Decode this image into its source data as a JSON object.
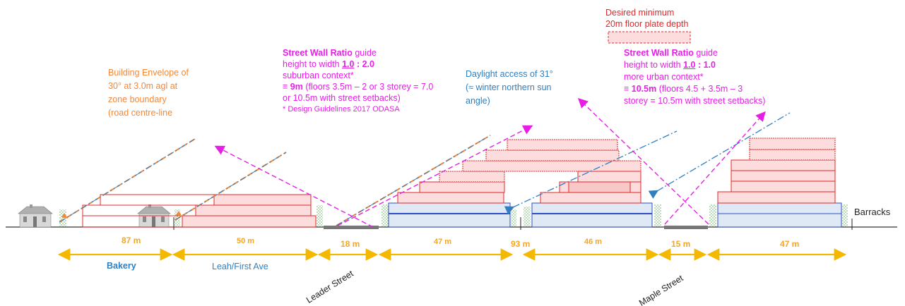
{
  "annotations": {
    "envelope": {
      "line1": "Building Envelope of",
      "line2": "30° at 3.0m agl at",
      "line3": "zone boundary",
      "line4": "(road centre-line"
    },
    "swr_suburban": {
      "title_bold": "Street Wall Ratio",
      "title_rest": " guide",
      "ratio_prefix": "height to width ",
      "ratio_a": "1.0",
      "ratio_sep": " : ",
      "ratio_b": "2.0",
      "context": "suburban context*",
      "eq_prefix": "≡ ",
      "eq_bold": "9m",
      "eq_rest": " (floors 3.5m – 2 or 3 storey = 7.0",
      "line5": "or 10.5m with street setbacks)",
      "footnote": "* Design Guidelines 2017 ODASA"
    },
    "daylight": {
      "line1": "Daylight access of 31°",
      "line2": "(≈ winter northern sun",
      "line3": "angle)"
    },
    "floorplate": {
      "line1": "Desired minimum",
      "line2": "20m floor plate depth"
    },
    "swr_urban": {
      "title_bold": "Street Wall Ratio",
      "title_rest": " guide",
      "ratio_prefix": "height to width ",
      "ratio_a": "1.0",
      "ratio_sep": " : ",
      "ratio_b": "1.0",
      "context": "more urban context*",
      "eq_prefix": "≡ ",
      "eq_bold": "10.5m",
      "eq_rest": " (floors 4.5 + 3.5m – 3",
      "line5": "storey = 10.5m with street setbacks)"
    }
  },
  "dimensions": [
    "87 m",
    "50 m",
    "18 m",
    "47 m",
    "93 m",
    "46 m",
    "15 m",
    "47 m"
  ],
  "places": {
    "bakery": "Bakery",
    "leah": "Leah/First Ave",
    "barracks": "Barracks"
  },
  "streets": {
    "leader": "Leader Street",
    "maple": "Maple Street"
  },
  "colors": {
    "orange": "#f2883a",
    "magenta": "#e61ee6",
    "blue": "#2f7fc1",
    "red": "#e0282a",
    "fill_red": "#fcdcdc",
    "fill_blue": "#dfe9f6",
    "dim_yellow": "#f5b800",
    "hatch_green": "#5aaa5a"
  },
  "icons": [
    "heritage-house-icon",
    "heritage-house-icon",
    "vegetation-hatch-icon"
  ]
}
